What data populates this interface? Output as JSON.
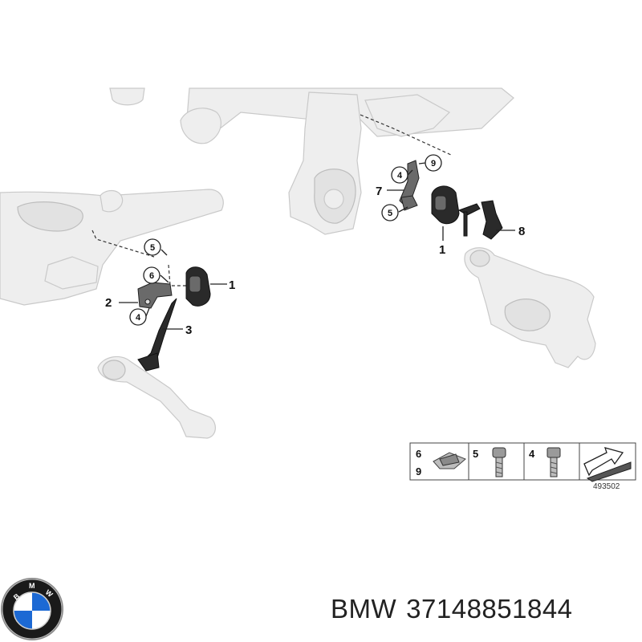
{
  "callouts": {
    "c1a": "1",
    "c2": "2",
    "c3": "3",
    "c4a": "4",
    "c5a": "5",
    "c6": "6",
    "c1b": "1",
    "c4b": "4",
    "c5b": "5",
    "c7": "7",
    "c8": "8",
    "c9": "9"
  },
  "legend": {
    "cell1_top": "6",
    "cell1_bottom": "9",
    "cell2": "5",
    "cell3": "4",
    "diagram_number": "493502"
  },
  "caption": {
    "brand": "BMW",
    "part_number": "37148851844"
  },
  "colors": {
    "ghost_fill": "#eeeeee",
    "part_fill": "#2a2a2a",
    "logo_blue": "#1c69d4",
    "logo_ring": "#1a1a1a"
  },
  "logo_letters": "BMW"
}
